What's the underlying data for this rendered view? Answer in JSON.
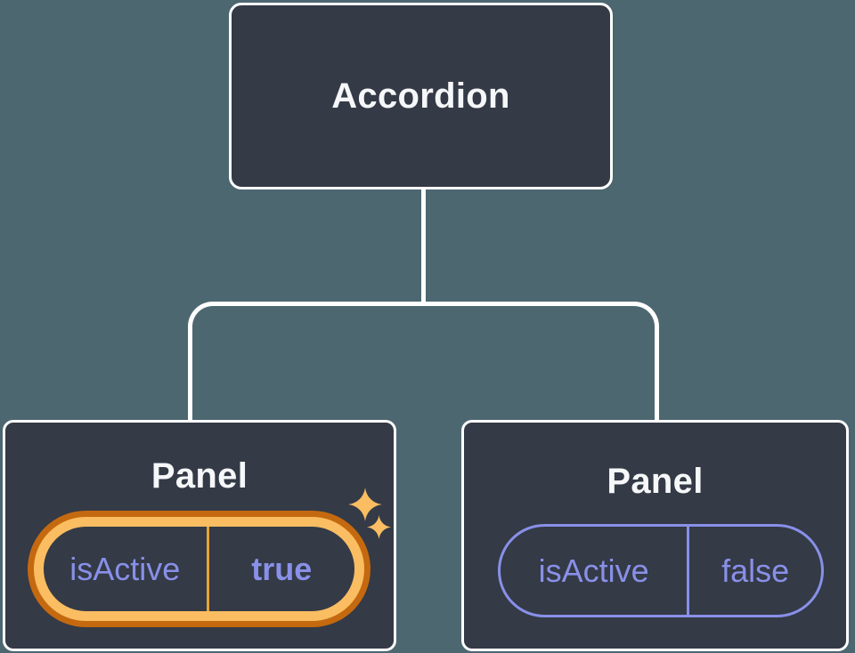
{
  "colors": {
    "background": "#4D6771",
    "card": "#343A46",
    "connector": "#FFFFFF",
    "title_text": "#F6F7F9",
    "prop_text": "#8890E8",
    "pill_border_purple": "#8890E8",
    "highlight_gold": "#FABD62",
    "highlight_orange": "#C4690F",
    "highlight_divider": "#E9A23D"
  },
  "tree": {
    "root": {
      "label": "Accordion"
    },
    "children": [
      {
        "title": "Panel",
        "prop_name": "isActive",
        "prop_value": "true",
        "state": "highlighted"
      },
      {
        "title": "Panel",
        "prop_name": "isActive",
        "prop_value": "false",
        "state": "normal"
      }
    ]
  },
  "icons": {
    "sparkle_large": "sparkle-icon",
    "sparkle_small": "sparkle-icon"
  }
}
